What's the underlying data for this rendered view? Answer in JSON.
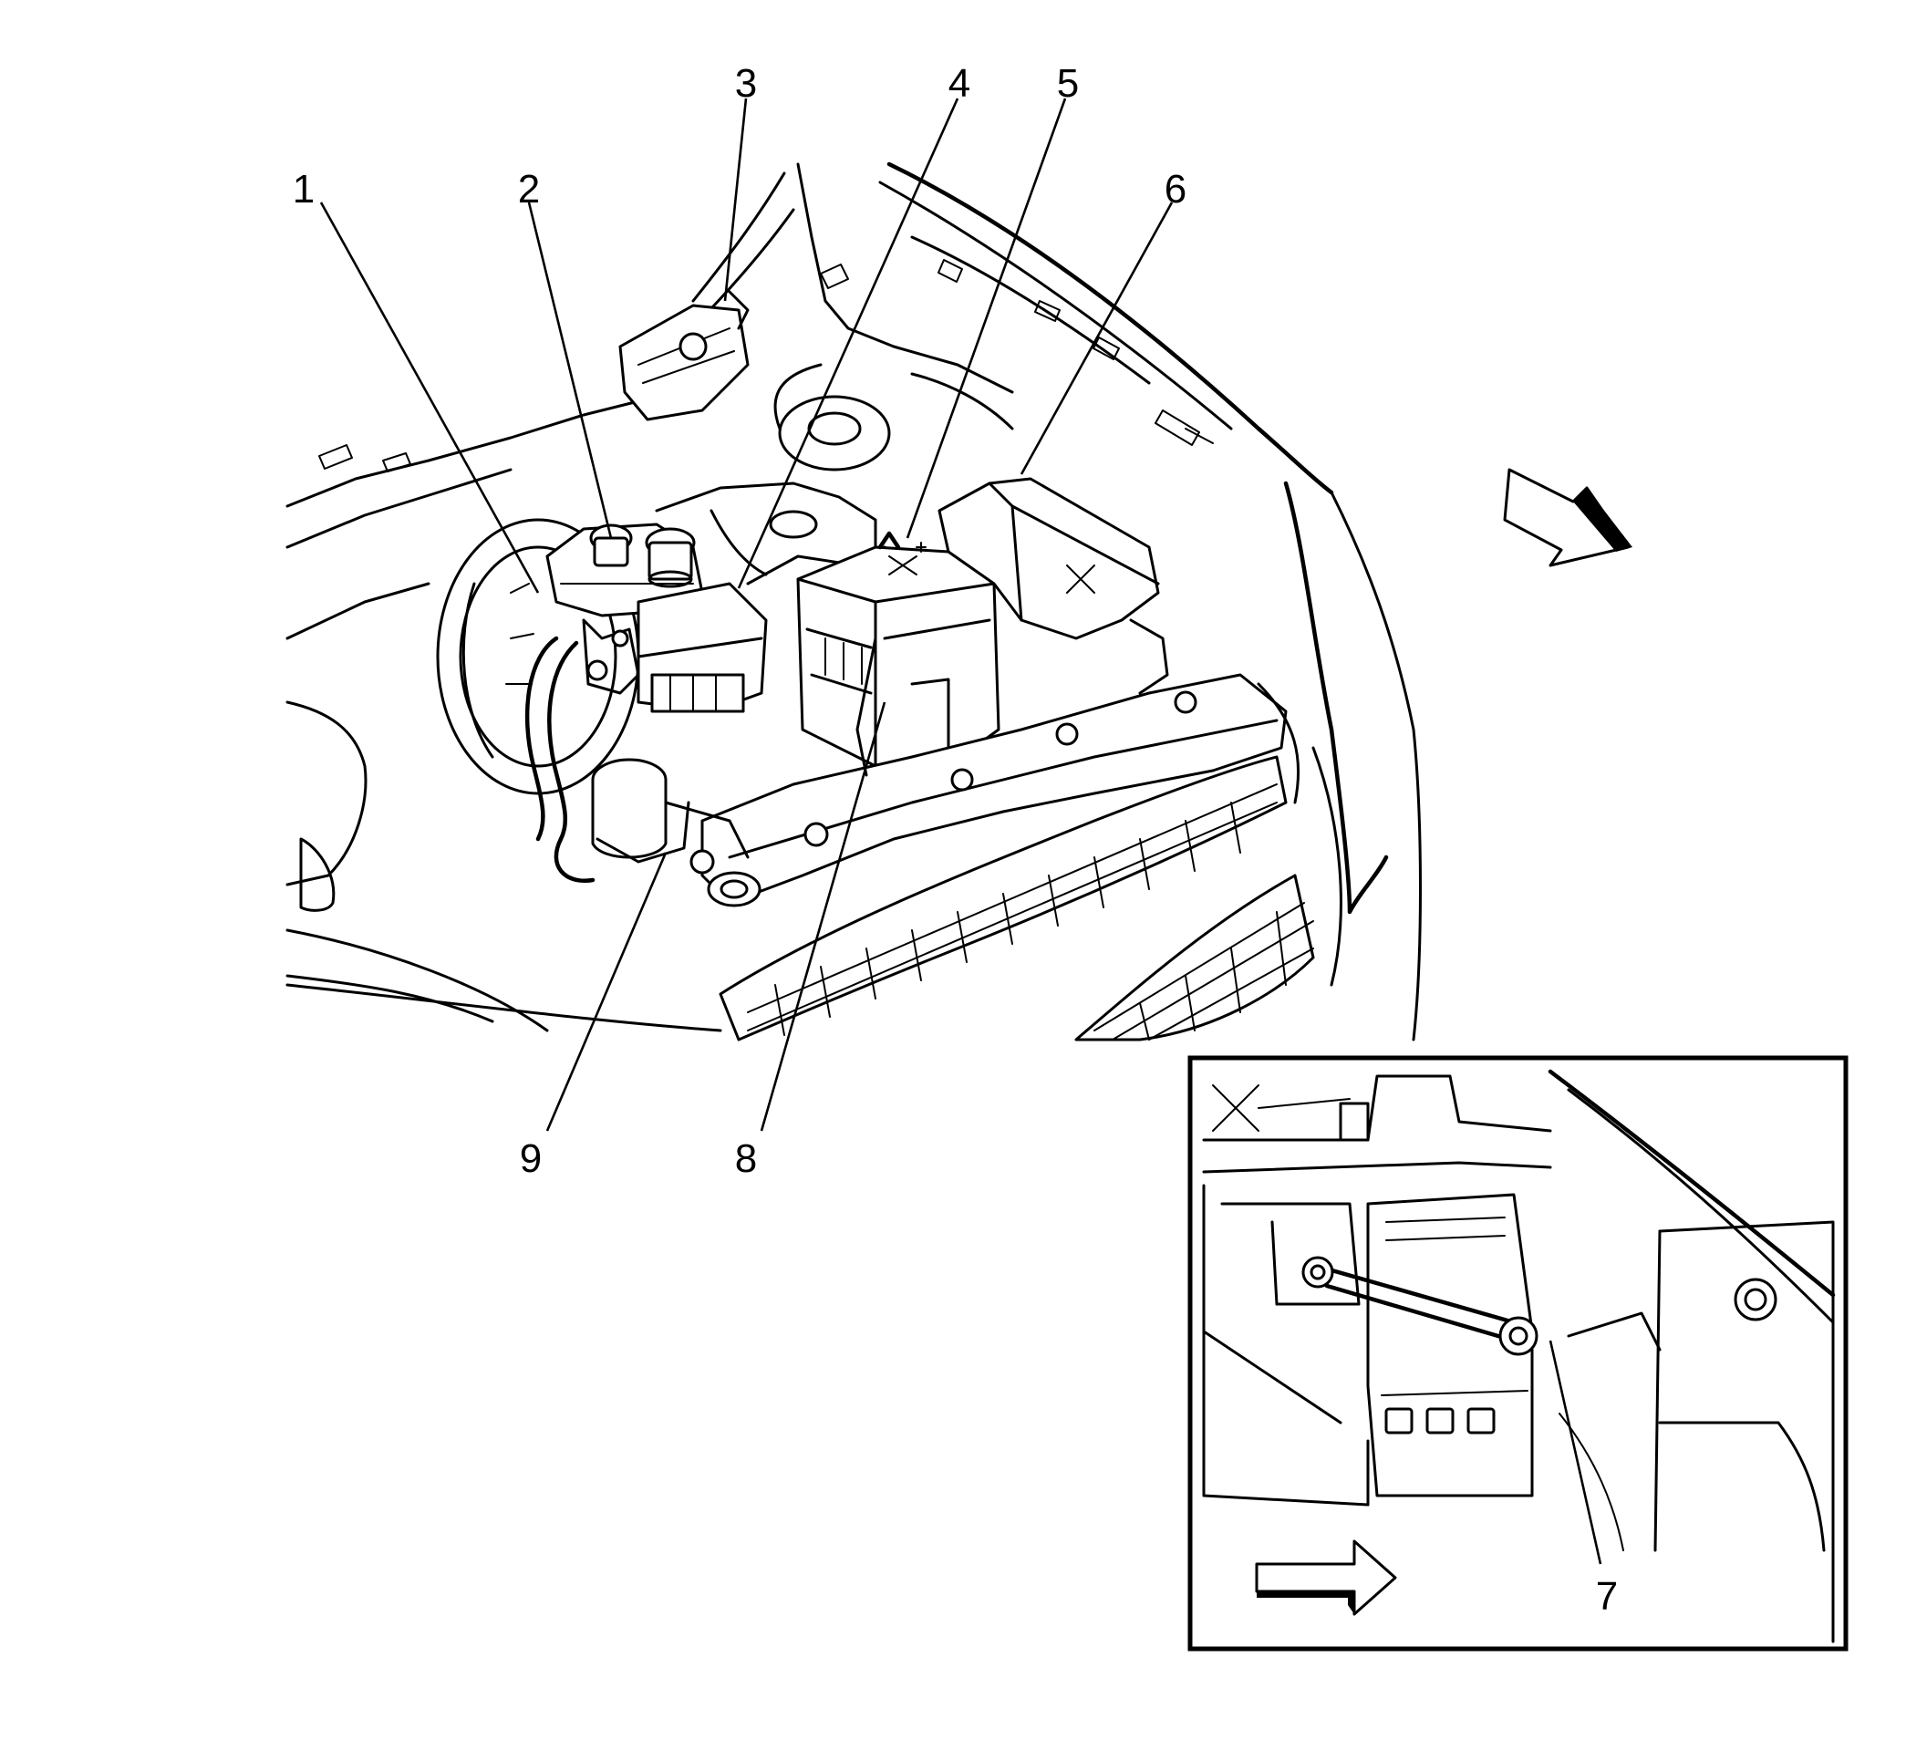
{
  "callouts": {
    "c1": "1",
    "c2": "2",
    "c3": "3",
    "c4": "4",
    "c5": "5",
    "c6": "6",
    "c7": "7",
    "c8": "8",
    "c9": "9"
  },
  "icons": {
    "front_arrow": "direction-arrow-icon",
    "inset_arrow": "direction-arrow-icon"
  }
}
